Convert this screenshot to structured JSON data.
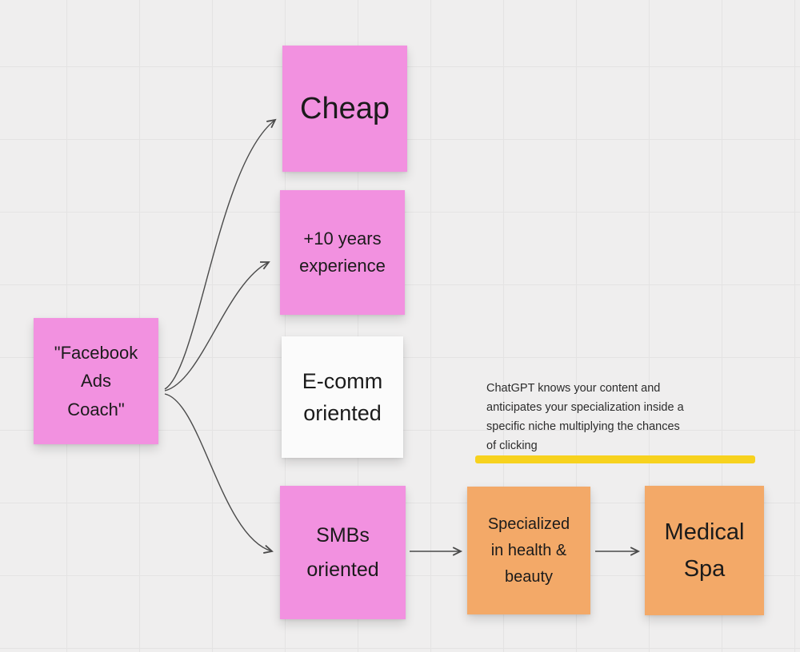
{
  "board": {
    "notes": {
      "coach": {
        "label": "\"Facebook\nAds\nCoach\"",
        "color": "#f291e0"
      },
      "cheap": {
        "label": "Cheap",
        "color": "#f291e0"
      },
      "experience": {
        "label": "+10 years\nexperience",
        "color": "#f291e0"
      },
      "ecomm": {
        "label": "E-comm\noriented",
        "color": "#fbfbfb"
      },
      "smbs": {
        "label": "SMBs\noriented",
        "color": "#f291e0"
      },
      "specialized": {
        "label": "Specialized\nin health &\nbeauty",
        "color": "#f3a968"
      },
      "medical_spa": {
        "label": "Medical\nSpa",
        "color": "#f3a968"
      }
    },
    "annotation": {
      "text": "ChatGPT knows your content and\nanticipates your specialization inside a\nspecific niche multiplying the chances\nof  clicking",
      "highlight_color": "#f7d21e"
    },
    "connectors": {
      "color": "#4a4a4a",
      "links": [
        "coach -> cheap",
        "coach -> experience",
        "coach -> smbs",
        "smbs -> specialized",
        "specialized -> medical_spa"
      ]
    },
    "background": {
      "color": "#efeeee",
      "grid_color": "#e4e3e3"
    }
  }
}
